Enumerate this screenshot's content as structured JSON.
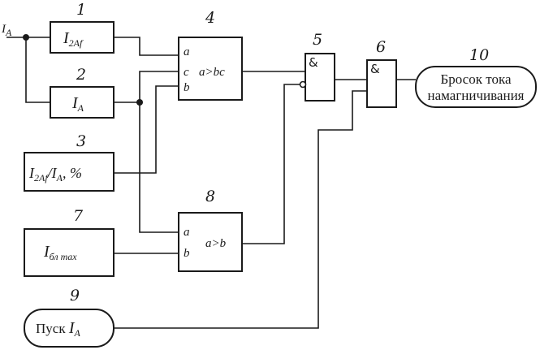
{
  "input": {
    "label": "I",
    "sub": "A"
  },
  "blocks": {
    "b1": {
      "num": "1",
      "label_main": "I",
      "label_sub": "2Af"
    },
    "b2": {
      "num": "2",
      "label_main": "I",
      "label_sub": "A"
    },
    "b3": {
      "num": "3",
      "label_main": "I",
      "label_sub": "2Af",
      "label_mid": "/I",
      "label_sub2": "A",
      "label_end": ", %"
    },
    "b4": {
      "num": "4",
      "port_a": "a",
      "port_c": "c",
      "port_b": "b",
      "func": "a>bc"
    },
    "b5": {
      "num": "5",
      "func": "&"
    },
    "b6": {
      "num": "6",
      "func": "&"
    },
    "b7": {
      "num": "7",
      "label_main": "I",
      "label_sub": "бл max"
    },
    "b8": {
      "num": "8",
      "port_a": "a",
      "port_b": "b",
      "func": "a>b"
    },
    "b9": {
      "num": "9",
      "label_main": "Пуск ",
      "label_I": "I",
      "label_sub": "A"
    },
    "b10": {
      "num": "10",
      "line1": "Бросок тока",
      "line2": "намагничивания"
    }
  }
}
